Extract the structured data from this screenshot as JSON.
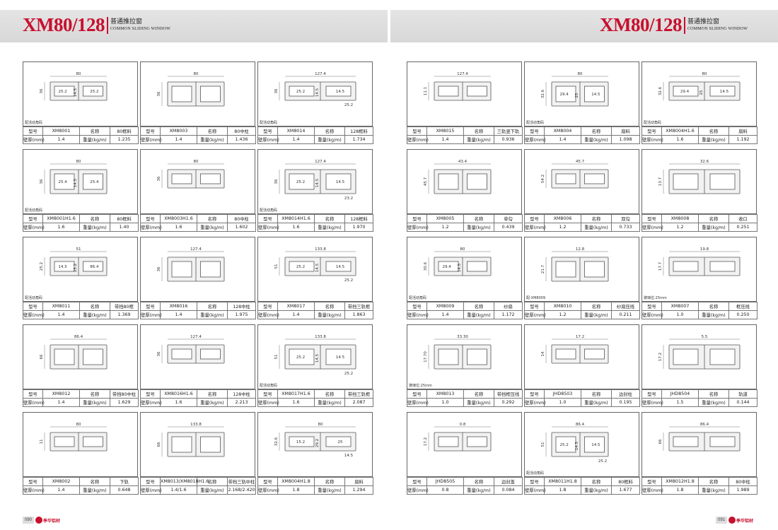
{
  "header": {
    "left": {
      "series": "XM80/128",
      "title_zh": "普通推拉窗",
      "title_en": "COMMON SLIDING WINDOW"
    },
    "right": {
      "series": "XM80/128",
      "title_zh": "普通推拉窗",
      "title_en": "COMMON SLIDING WINDOW"
    }
  },
  "table_labels": {
    "model": "型号",
    "name": "名称",
    "wall": "壁厚(mm)",
    "weight": "重量(kg/m)"
  },
  "footer": {
    "left_page": "090",
    "right_page": "091",
    "brand": "季华铝材"
  },
  "profiles_left": [
    {
      "model": "XM8001",
      "name": "80框料",
      "wall": "1.4",
      "weight": "1.235",
      "note": "配活动角码",
      "dims": [
        "80",
        "36",
        "25.2",
        "14.5",
        "25.2"
      ]
    },
    {
      "model": "XM8003",
      "name": "80中柱",
      "wall": "1.4",
      "weight": "1.436",
      "note": "",
      "dims": [
        "80",
        "36"
      ]
    },
    {
      "model": "XM8014",
      "name": "128框料",
      "wall": "1.4",
      "weight": "1.734",
      "note": "配活动角码",
      "dims": [
        "127.4",
        "36",
        "25.2",
        "14.5",
        "14.5",
        "25.2"
      ]
    },
    {
      "model": "XM8001H1.6",
      "name": "80框料",
      "wall": "1.6",
      "weight": "1.40",
      "note": "配活动角码",
      "dims": [
        "80",
        "36",
        "25.4",
        "14.5",
        "25.4"
      ]
    },
    {
      "model": "XM8003H1.6",
      "name": "80中柱",
      "wall": "1.6",
      "weight": "1.602",
      "note": "",
      "dims": [
        "80",
        "36"
      ]
    },
    {
      "model": "XM8014H1.6",
      "name": "128框料",
      "wall": "1.6",
      "weight": "1.970",
      "note": "配活动角码",
      "dims": [
        "127.4",
        "36",
        "25.2",
        "14.5",
        "14.5",
        "23.2"
      ]
    },
    {
      "model": "XM8011",
      "name": "带挡80框",
      "wall": "1.4",
      "weight": "1.369",
      "note": "配活动角码",
      "dims": [
        "51",
        "25.2",
        "14.5",
        "25.2",
        "86.4"
      ]
    },
    {
      "model": "XM8016",
      "name": "128中柱",
      "wall": "1.4",
      "weight": "1.975",
      "note": "",
      "dims": [
        "127.4",
        "36"
      ]
    },
    {
      "model": "XM8017",
      "name": "带挡三轨框",
      "wall": "1.4",
      "weight": "1.863",
      "note": "",
      "dims": [
        "133.8",
        "51",
        "25.2",
        "14.5",
        "14.5",
        "25.2"
      ]
    },
    {
      "model": "XM8012",
      "name": "带挡80中柱",
      "wall": "1.4",
      "weight": "1.629",
      "note": "",
      "dims": [
        "86.4",
        "66"
      ]
    },
    {
      "model": "XM8016H1.6",
      "name": "128中柱",
      "wall": "1.6",
      "weight": "2.213",
      "note": "",
      "dims": [
        "127.4",
        "36"
      ]
    },
    {
      "model": "XM8017H1.6",
      "name": "带挡三轨框",
      "wall": "1.6",
      "weight": "2.087",
      "note": "配活动角码",
      "dims": [
        "133.8",
        "51",
        "25.2",
        "14.5",
        "14.5",
        "25.2"
      ]
    },
    {
      "model": "XM8002",
      "name": "下轨",
      "wall": "1.4",
      "weight": "0.648",
      "note": "",
      "dims": [
        "80",
        "11"
      ]
    },
    {
      "model": "XM8013/XM8018H1.6",
      "name": "带挡三轨中柱",
      "wall": "1.4/1.6",
      "weight": "2.168/2.420",
      "note": "",
      "dims": [
        "133.8",
        "66"
      ]
    },
    {
      "model": "XM8004H1.8",
      "name": "扇料",
      "wall": "1.8",
      "weight": "1.294",
      "note": "",
      "dims": [
        "80",
        "32.6",
        "15.2",
        "29.2",
        "25",
        "14.5"
      ]
    }
  ],
  "profiles_right": [
    {
      "model": "XM8015",
      "name": "三轨竖下轨",
      "wall": "1.4",
      "weight": "0.936",
      "note": "",
      "dims": [
        "127.4",
        "11.1"
      ]
    },
    {
      "model": "XM8004",
      "name": "扇料",
      "wall": "1.4",
      "weight": "1.098",
      "note": "配活动角码",
      "dims": [
        "80",
        "32.6",
        "29.4",
        "25",
        "14.5"
      ]
    },
    {
      "model": "XM8004H1.6",
      "name": "扇料",
      "wall": "1.6",
      "weight": "1.192",
      "note": "配活动角码",
      "dims": [
        "80",
        "32.6",
        "29.4",
        "25",
        "14.5"
      ]
    },
    {
      "model": "XM8005",
      "name": "单勾",
      "wall": "1.2",
      "weight": "0.439",
      "note": "",
      "dims": [
        "43.4",
        "45.7"
      ]
    },
    {
      "model": "XM8006",
      "name": "双勾",
      "wall": "1.2",
      "weight": "0.733",
      "note": "",
      "dims": [
        "45.7",
        "54.2"
      ]
    },
    {
      "model": "XM8008",
      "name": "收口",
      "wall": "1.2",
      "weight": "0.251",
      "note": "",
      "dims": [
        "32.6",
        "13.7"
      ]
    },
    {
      "model": "XM8009",
      "name": "纱扇",
      "wall": "1.4",
      "weight": "1.172",
      "note": "配活动角码",
      "dims": [
        "80",
        "30.6",
        "29.4",
        "14.5"
      ]
    },
    {
      "model": "XM8010",
      "name": "纱扇压线",
      "wall": "1.2",
      "weight": "0.211",
      "note": "配:XM8009",
      "dims": [
        "12.8",
        "21.7"
      ]
    },
    {
      "model": "XM8007",
      "name": "框压线",
      "wall": "1.0",
      "weight": "0.250",
      "note": "玻璃位:25mm",
      "dims": [
        "19.8",
        "17.7"
      ]
    },
    {
      "model": "XM8013",
      "name": "带挡框压线",
      "wall": "1.0",
      "weight": "0.292",
      "note": "玻璃位:25mm",
      "dims": [
        "33.30",
        "17.70"
      ]
    },
    {
      "model": "JHD8503",
      "name": "边封柱",
      "wall": "1.0",
      "weight": "0.195",
      "note": "",
      "dims": [
        "17.2",
        "14"
      ]
    },
    {
      "model": "JHD8504",
      "name": "轨道",
      "wall": "1.5",
      "weight": "0.144",
      "note": "",
      "dims": [
        "5.5",
        "17.2"
      ]
    },
    {
      "model": "JHD8505",
      "name": "边封盖",
      "wall": "0.8",
      "weight": "0.084",
      "note": "",
      "dims": [
        "0.8",
        "17.2"
      ]
    },
    {
      "model": "XM8011H1.8",
      "name": "80框料",
      "wall": "1.8",
      "weight": "1.677",
      "note": "配活动角码",
      "dims": [
        "86.4",
        "51",
        "25.2",
        "14.5",
        "14.5",
        "25.2"
      ]
    },
    {
      "model": "XM8012H1.8",
      "name": "80中柱",
      "wall": "1.8",
      "weight": "1.989",
      "note": "",
      "dims": [
        "86.4",
        "66"
      ]
    }
  ]
}
